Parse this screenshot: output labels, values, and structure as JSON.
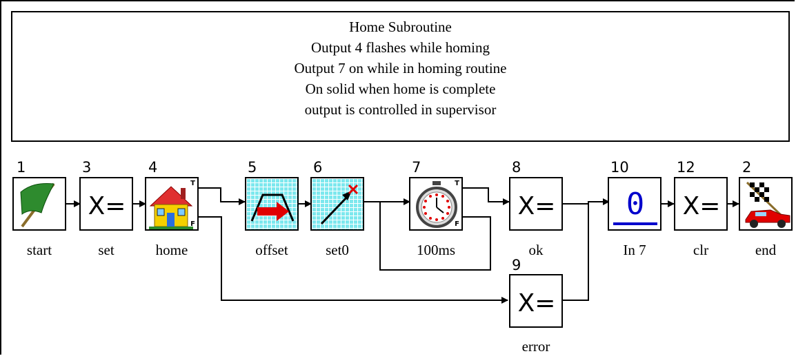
{
  "comment": {
    "lines": [
      "Home Subroutine",
      "Output 4 flashes while homing",
      "Output 7 on while in homing routine",
      "On solid when home is complete",
      "output is controlled in supervisor"
    ]
  },
  "blocks": [
    {
      "id": "start",
      "number": "1",
      "label": "start",
      "icon": "green-flag-icon"
    },
    {
      "id": "set",
      "number": "3",
      "label": "set",
      "icon": "assign-icon"
    },
    {
      "id": "home",
      "number": "4",
      "label": "home",
      "icon": "house-icon"
    },
    {
      "id": "offset",
      "number": "5",
      "label": "offset",
      "icon": "move-profile-icon"
    },
    {
      "id": "set0",
      "number": "6",
      "label": "set0",
      "icon": "set-position-icon"
    },
    {
      "id": "100ms",
      "number": "7",
      "label": "100ms",
      "icon": "stopwatch-icon"
    },
    {
      "id": "ok",
      "number": "8",
      "label": "ok",
      "icon": "assign-icon"
    },
    {
      "id": "in7",
      "number": "10",
      "label": "In 7",
      "icon": "input-zero-icon"
    },
    {
      "id": "clr",
      "number": "12",
      "label": "clr",
      "icon": "assign-icon"
    },
    {
      "id": "end",
      "number": "2",
      "label": "end",
      "icon": "checkered-flag-car-icon"
    },
    {
      "id": "error",
      "number": "9",
      "label": "error",
      "icon": "assign-icon"
    }
  ],
  "branch_marks": {
    "true": "T",
    "false": "F"
  },
  "assign_text": "X=",
  "input_value": "0",
  "colors": {
    "grid": "#7de8ee",
    "arrow": "#e00000",
    "input": "#0000cc",
    "flag": "#2e8b2e"
  }
}
